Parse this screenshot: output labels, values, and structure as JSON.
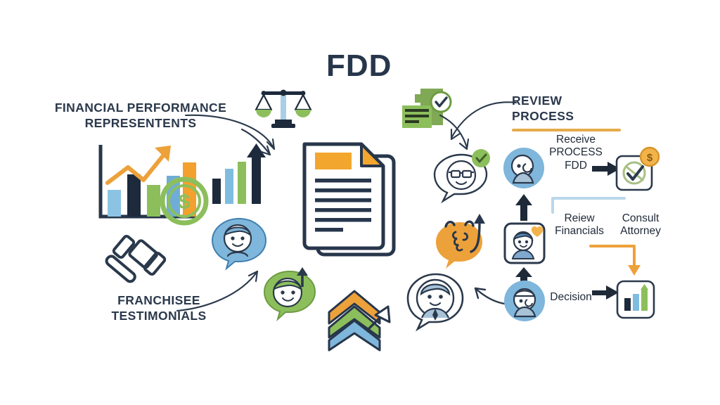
{
  "page": {
    "title": "FDD",
    "background": "#ffffff"
  },
  "colors": {
    "navy": "#27364b",
    "ink": "#1f2a38",
    "blue": "#7fb6db",
    "blue_light": "#a8cfe6",
    "blue_pale": "#cfe3f1",
    "green": "#8cbf5c",
    "green_dark": "#6d9b43",
    "orange": "#f0a030",
    "gold": "#e7ab49",
    "grey": "#3a4a5e"
  },
  "left_section": {
    "heading_line1": "FINANCIAL PERFORMANCE",
    "heading_line2": "REPRESENTENTS",
    "heading_2_line1": "FRANCHISEE",
    "heading_2_line2": "TESTIMONIALS",
    "icons": [
      {
        "name": "growth-bar-chart-icon",
        "label": "growth bar chart with dollar coin"
      },
      {
        "name": "bar-chart-arrow-icon",
        "label": "bar chart with up arrow"
      },
      {
        "name": "scales-of-justice-icon",
        "label": "scales of justice"
      },
      {
        "name": "gavel-icon",
        "label": "gavel"
      },
      {
        "name": "testimonial-avatar-blue-icon",
        "label": "blue speech bubble avatar"
      },
      {
        "name": "testimonial-avatar-green-icon",
        "label": "green speech bubble avatar with up arrow"
      },
      {
        "name": "stacked-chevrons-icon",
        "label": "stacked growth chevrons"
      }
    ]
  },
  "center": {
    "document_icon": "fdd-document-icon",
    "document_lines": 6
  },
  "right_section": {
    "heading": "REVIEW PROCESS",
    "steps": [
      {
        "id": "step-receive",
        "line1": "Receive",
        "line2": "PROCESS",
        "line3": "FDD"
      },
      {
        "id": "step-review-financials",
        "line1": "Reiew",
        "line2": "Financials"
      },
      {
        "id": "step-consult-attorney",
        "line1": "Consult",
        "line2": "Attorney"
      },
      {
        "id": "step-decision",
        "line1": "Decision"
      }
    ],
    "icons": [
      {
        "name": "document-check-green-icon",
        "label": "green document with checkmark"
      },
      {
        "name": "advisor-bubble-check-icon",
        "label": "speech bubble advisor with green check"
      },
      {
        "name": "brain-idea-icon",
        "label": "orange brain thought bubble with arrow"
      },
      {
        "name": "person-circle-blue-icon",
        "label": "blue circle person avatar"
      },
      {
        "name": "person-framed-heart-icon",
        "label": "framed person avatar with heart badge"
      },
      {
        "name": "businessperson-bubble-icon",
        "label": "speech bubble businessperson"
      },
      {
        "name": "person-circle-decision-icon",
        "label": "blue circle person decision avatar"
      },
      {
        "name": "check-badge-dollar-icon",
        "label": "checkmark box with dollar coin badge"
      },
      {
        "name": "bar-chart-box-icon",
        "label": "bar chart in rounded box"
      }
    ]
  }
}
